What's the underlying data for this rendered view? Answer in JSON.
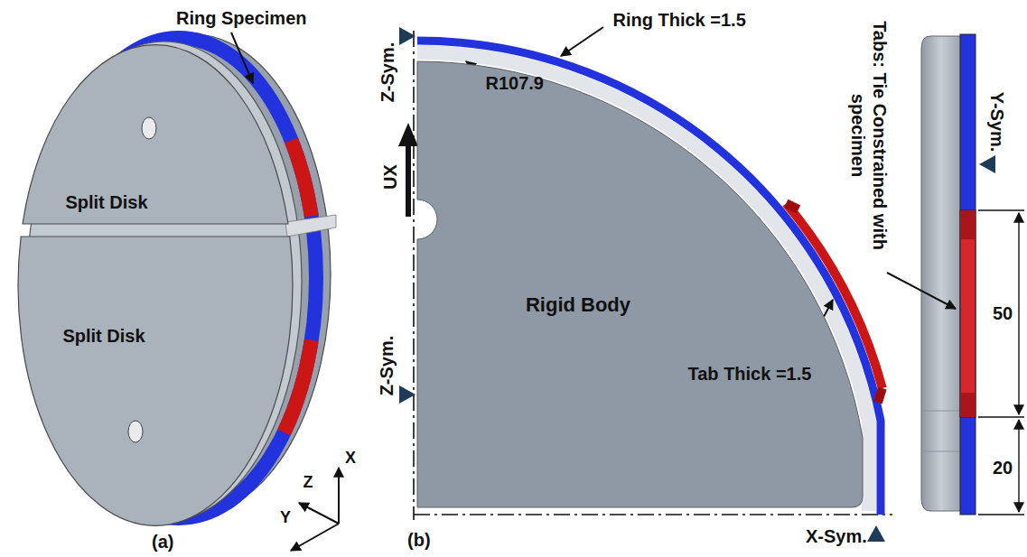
{
  "diagram": {
    "nodes": [
      {
        "text": [
          "Split Disk"
        ]
      },
      {
        "text": [
          "Split Disk"
        ]
      },
      {
        "text": [
          "Rigid Body"
        ]
      }
    ],
    "labels": [
      "Ring Specimen",
      "(a)",
      "X",
      "Z",
      "Y",
      "(b)",
      "Ring Thick =1.5",
      "R107.9",
      "Z-Sym.",
      "UX",
      "Z-Sym.",
      "Tab Thick =1.5",
      "X-Sym.",
      "Tabs: Tie Constrained with specimen",
      "Y-Sym.",
      "50",
      "20"
    ]
  }
}
